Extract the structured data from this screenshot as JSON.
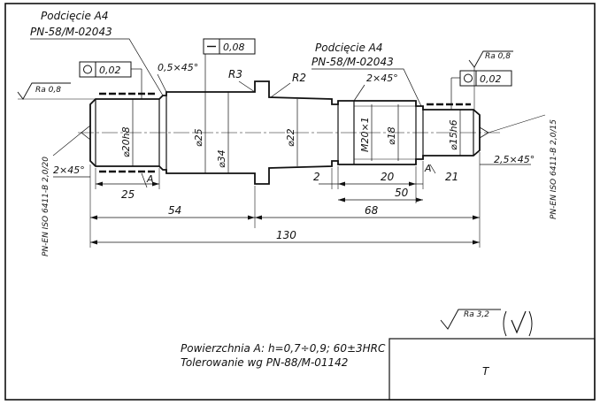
{
  "labels": {
    "undercut_left_title": "Podcięcie A4",
    "undercut_left_std": "PN-58/M-02043",
    "undercut_right_title": "Podcięcie A4",
    "undercut_right_std": "PN-58/M-02043",
    "straightness_value": "0,08",
    "runout_left_value": "0,02",
    "runout_right_value": "0,02",
    "roughness_left": "Ra 0,8",
    "roughness_right": "Ra 0,8",
    "roughness_general": "Ra 3,2",
    "chamfer_left_top": "0,5×45°",
    "chamfer_left_bottom": "2×45°",
    "chamfer_right_top": "2×45°",
    "chamfer_right_bottom": "2,5×45°",
    "radius_1": "R3",
    "radius_2": "R2",
    "dia_20": "⌀20h8",
    "dia_25": "⌀25",
    "dia_34": "⌀34",
    "dia_22": "⌀22",
    "thread_m20": "M20×1",
    "dia_18": "⌀18",
    "dia_15": "⌀15h6",
    "center_left": "PN-EN ISO 6411-B 2,0/20",
    "center_right": "PN-EN ISO 6411-B 2,0/15",
    "dim_25": "25",
    "dim_54": "54",
    "dim_130": "130",
    "dim_2": "2",
    "dim_20": "20",
    "dim_21": "21",
    "dim_50": "50",
    "dim_68": "68",
    "surface_a_left": "A",
    "surface_a_right": "A",
    "note_line1": "Powierzchnia A: h=0,7÷0,9; 60±3HRC",
    "note_line2": "Tolerowanie wg PN-88/M-01142",
    "title_block_t": "T"
  },
  "icons": [
    "straightness-symbol",
    "circular-runout-symbol",
    "roughness-symbol",
    "check-mark-symbol"
  ]
}
